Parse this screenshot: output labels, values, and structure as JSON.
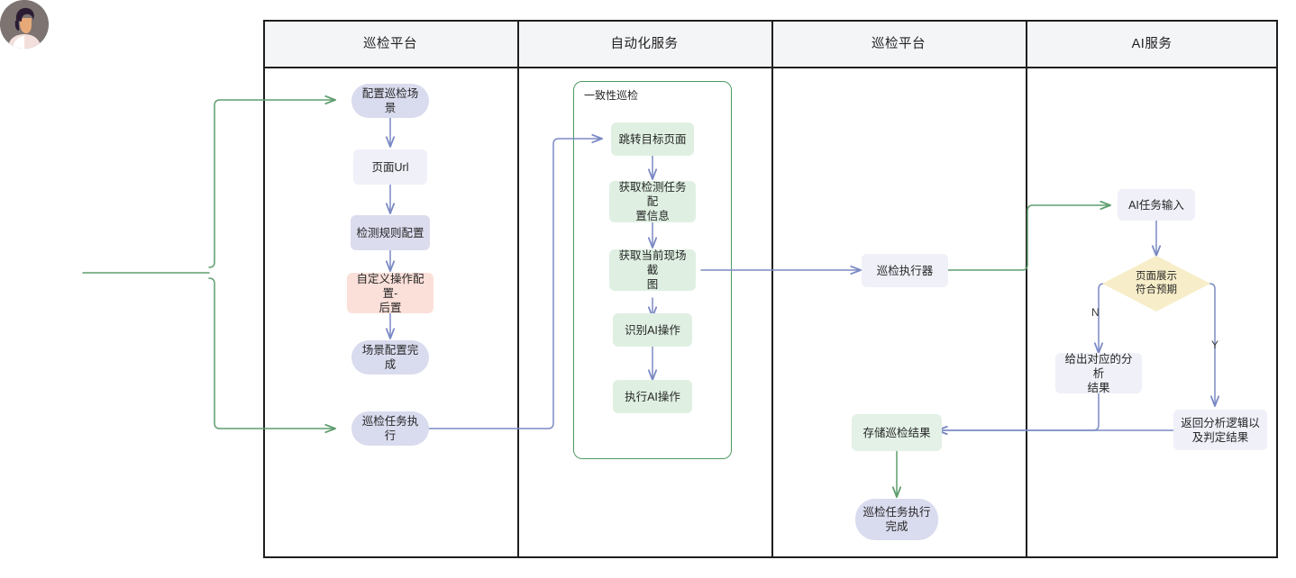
{
  "diagram": {
    "type": "swimlane-flowchart",
    "lanes": [
      {
        "id": "lane1",
        "title": "巡检平台"
      },
      {
        "id": "lane2",
        "title": "自动化服务"
      },
      {
        "id": "lane3",
        "title": "巡检平台"
      },
      {
        "id": "lane4",
        "title": "AI服务"
      }
    ],
    "actor": {
      "name": "user-avatar",
      "label": ""
    },
    "subgraph": {
      "label": "一致性巡检",
      "border_color": "#4e9a63"
    },
    "nodes": [
      {
        "id": "n1",
        "lane": "lane1",
        "label": "配置巡检场景",
        "shape": "stadium",
        "fill": "#d9dbee"
      },
      {
        "id": "n2",
        "lane": "lane1",
        "label": "页面Url",
        "shape": "rect",
        "fill": "#eff0f8"
      },
      {
        "id": "n3",
        "lane": "lane1",
        "label": "检测规则配置",
        "shape": "rect",
        "fill": "#dcdcef"
      },
      {
        "id": "n4",
        "lane": "lane1",
        "label": "自定义操作配置-后置",
        "shape": "rect",
        "fill": "#fbe0da"
      },
      {
        "id": "n5",
        "lane": "lane1",
        "label": "场景配置完成",
        "shape": "stadium",
        "fill": "#d9dbee"
      },
      {
        "id": "n6",
        "lane": "lane1",
        "label": "巡检任务执行",
        "shape": "stadium",
        "fill": "#d9dbee"
      },
      {
        "id": "n7",
        "lane": "lane2",
        "label": "跳转目标页面",
        "shape": "rect",
        "fill": "#dff0e2"
      },
      {
        "id": "n8",
        "lane": "lane2",
        "label": "获取检测任务配置信息",
        "shape": "rect",
        "fill": "#dff0e2"
      },
      {
        "id": "n9",
        "lane": "lane2",
        "label": "获取当前现场截图",
        "shape": "rect",
        "fill": "#dff0e2"
      },
      {
        "id": "n10",
        "lane": "lane2",
        "label": "识别AI操作",
        "shape": "rect",
        "fill": "#dff0e2"
      },
      {
        "id": "n11",
        "lane": "lane2",
        "label": "执行AI操作",
        "shape": "rect",
        "fill": "#dff0e2"
      },
      {
        "id": "n12",
        "lane": "lane3",
        "label": "巡检执行器",
        "shape": "rect",
        "fill": "#eff0f8"
      },
      {
        "id": "n13",
        "lane": "lane3",
        "label": "存储巡检结果",
        "shape": "rect",
        "fill": "#e3f1e6"
      },
      {
        "id": "n14",
        "lane": "lane3",
        "label": "巡检任务执行完成",
        "shape": "stadium",
        "fill": "#d9dbee"
      },
      {
        "id": "n15",
        "lane": "lane4",
        "label": "AI任务输入",
        "shape": "rect",
        "fill": "#eff0f8"
      },
      {
        "id": "n16",
        "lane": "lane4",
        "label": "页面展示符合预期",
        "shape": "diamond",
        "fill": "#f7eec9"
      },
      {
        "id": "n17",
        "lane": "lane4",
        "label": "给出对应的分析结果",
        "shape": "rect",
        "fill": "#eff0f8"
      },
      {
        "id": "n18",
        "lane": "lane4",
        "label": "返回分析逻辑以及判定结果",
        "shape": "rect",
        "fill": "#eff0f8"
      }
    ],
    "node_text": {
      "n1": "配置巡检场景",
      "n2": "页面Url",
      "n3": "检测规则配置",
      "n4_line1": "自定义操作配置-",
      "n4_line2": "后置",
      "n5": "场景配置完成",
      "n6": "巡检任务执行",
      "n7": "跳转目标页面",
      "n8_line1": "获取检测任务配",
      "n8_line2": "置信息",
      "n9_line1": "获取当前现场截",
      "n9_line2": "图",
      "n10": "识别AI操作",
      "n11": "执行AI操作",
      "n12": "巡检执行器",
      "n13": "存储巡检结果",
      "n14_line1": "巡检任务执行",
      "n14_line2": "完成",
      "n15": "AI任务输入",
      "n16_line1": "页面展示",
      "n16_line2": "符合预期",
      "n17_line1": "给出对应的分析",
      "n17_line2": "结果",
      "n18_line1": "返回分析逻辑以",
      "n18_line2": "及判定结果"
    },
    "edge_labels": {
      "no": "N",
      "yes": "Y"
    },
    "colors": {
      "edge_green": "#5f9e6e",
      "edge_blue": "#7b8ac4",
      "lane_border": "#1f1f1f",
      "lane_header_bg": "#f4f5f7"
    }
  }
}
